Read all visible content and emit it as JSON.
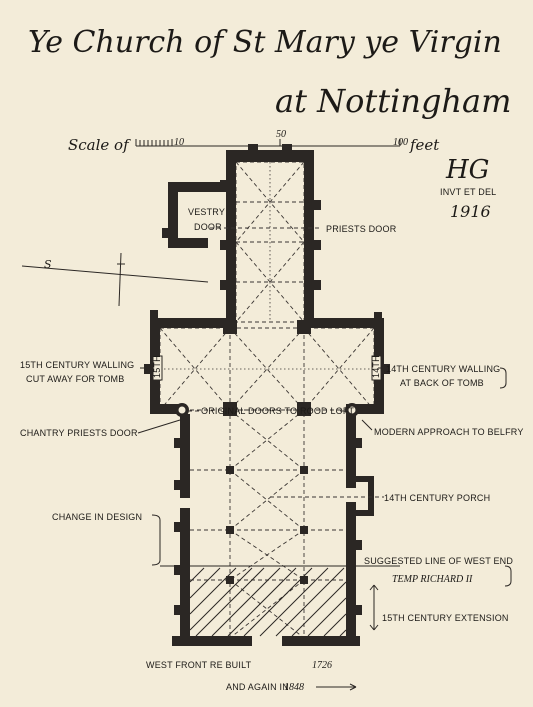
{
  "title": {
    "line1": "Ye Church of St Mary ye Virgin",
    "line2": "at Nottingham"
  },
  "scale": {
    "prefix": "Scale of",
    "ticks": [
      "10",
      "50",
      "100"
    ],
    "unit": "feet"
  },
  "monogram": {
    "letters": "HG",
    "note": "INVT ET DEL",
    "year": "1916"
  },
  "north": {
    "label": "S"
  },
  "labels": {
    "vestry": "VESTRY",
    "vestry_door": "DOOR",
    "priests_door": "PRIESTS DOOR",
    "walling_15th_a": "15TH CENTURY WALLING",
    "walling_15th_b": "CUT AWAY FOR TOMB",
    "walling_14th_a": "14TH CENTURY WALLING",
    "walling_14th_b": "AT BACK OF TOMB",
    "chantry": "CHANTRY PRIESTS DOOR",
    "rood_loft": "ORIGINAL DOORS TO ROOD LOFT",
    "belfry": "MODERN APPROACH TO BELFRY",
    "change_design": "CHANGE IN DESIGN",
    "porch": "14TH CENTURY PORCH",
    "west_end_a": "SUGGESTED LINE OF WEST END",
    "west_end_b": "TEMP RICHARD II",
    "extension": "15TH CENTURY EXTENSION",
    "west_front_a": "WEST FRONT RE BUILT",
    "west_front_year_a": "1726",
    "west_front_b": "AND AGAIN IN",
    "west_front_year_b": "1848"
  },
  "tombs": {
    "left": "15TH",
    "right": "14TH"
  },
  "colors": {
    "paper": "#f3ecd9",
    "ink": "#2b2724"
  }
}
